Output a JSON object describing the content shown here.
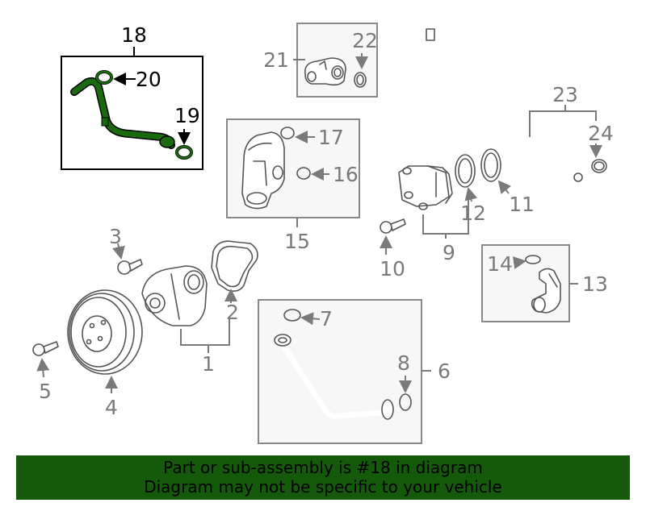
{
  "colors": {
    "highlight": "#1a6b10",
    "banner_bg": "#145a0a",
    "callout_gray": "#7a7a7a",
    "callout_black": "#000000"
  },
  "callouts": {
    "c1": "1",
    "c2": "2",
    "c3": "3",
    "c4": "4",
    "c5": "5",
    "c6": "6",
    "c7": "7",
    "c8": "8",
    "c9": "9",
    "c10": "10",
    "c11": "11",
    "c12": "12",
    "c13": "13",
    "c14": "14",
    "c15": "15",
    "c16": "16",
    "c17": "17",
    "c18": "18",
    "c19": "19",
    "c20": "20",
    "c21": "21",
    "c22": "22",
    "c23": "23",
    "c24": "24"
  },
  "highlighted_part": "18",
  "banner": {
    "line1": "Part or sub-assembly is #18 in diagram",
    "line2": "Diagram may not be specific to your vehicle"
  }
}
